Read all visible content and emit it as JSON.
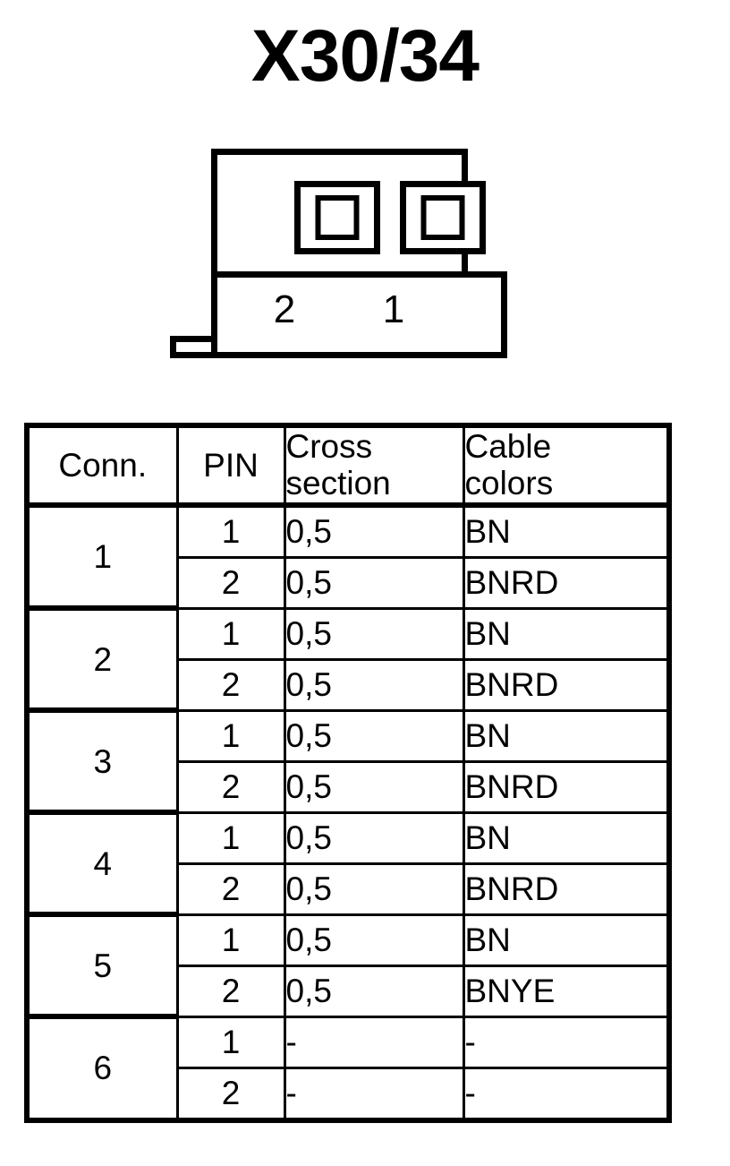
{
  "title": "X30/34",
  "connector_diagram": {
    "pin_labels": [
      "2",
      "1"
    ],
    "contact_count": 2,
    "line_color": "#000000",
    "fill_color": "#ffffff"
  },
  "table": {
    "headers": [
      {
        "lines": [
          "Conn."
        ],
        "align": "center"
      },
      {
        "lines": [
          "PIN"
        ],
        "align": "center"
      },
      {
        "lines": [
          "Cross",
          "section"
        ],
        "align": "left"
      },
      {
        "lines": [
          "Cable",
          "colors"
        ],
        "align": "left"
      }
    ],
    "groups": [
      {
        "conn": "1",
        "rows": [
          {
            "pin": "1",
            "cross_section": "0,5",
            "cable_colors": "BN"
          },
          {
            "pin": "2",
            "cross_section": "0,5",
            "cable_colors": "BNRD"
          }
        ]
      },
      {
        "conn": "2",
        "rows": [
          {
            "pin": "1",
            "cross_section": "0,5",
            "cable_colors": "BN"
          },
          {
            "pin": "2",
            "cross_section": "0,5",
            "cable_colors": "BNRD"
          }
        ]
      },
      {
        "conn": "3",
        "rows": [
          {
            "pin": "1",
            "cross_section": "0,5",
            "cable_colors": "BN"
          },
          {
            "pin": "2",
            "cross_section": "0,5",
            "cable_colors": "BNRD"
          }
        ]
      },
      {
        "conn": "4",
        "rows": [
          {
            "pin": "1",
            "cross_section": "0,5",
            "cable_colors": "BN"
          },
          {
            "pin": "2",
            "cross_section": "0,5",
            "cable_colors": "BNRD"
          }
        ]
      },
      {
        "conn": "5",
        "rows": [
          {
            "pin": "1",
            "cross_section": "0,5",
            "cable_colors": "BN"
          },
          {
            "pin": "2",
            "cross_section": "0,5",
            "cable_colors": "BNYE"
          }
        ]
      },
      {
        "conn": "6",
        "rows": [
          {
            "pin": "1",
            "cross_section": "-",
            "cable_colors": "-"
          },
          {
            "pin": "2",
            "cross_section": "-",
            "cable_colors": "-"
          }
        ]
      }
    ]
  }
}
